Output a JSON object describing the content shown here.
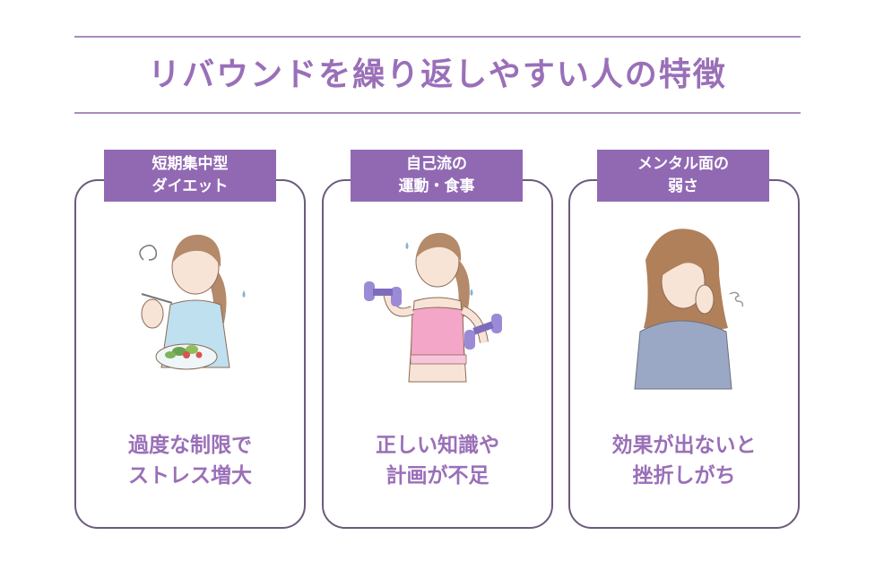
{
  "title": "リバウンドを繰り返しやすい人の特徴",
  "cards": [
    {
      "tag_line1": "短期集中型",
      "tag_line2": "ダイエット",
      "caption_line1": "過度な制限で",
      "caption_line2": "ストレス増大",
      "illustration": "woman-eating-salad"
    },
    {
      "tag_line1": "自己流の",
      "tag_line2": "運動・食事",
      "caption_line1": "正しい知識や",
      "caption_line2": "計画が不足",
      "illustration": "woman-with-dumbbells"
    },
    {
      "tag_line1": "メンタル面の",
      "tag_line2": "弱さ",
      "caption_line1": "効果が出ないと",
      "caption_line2": "挫折しがち",
      "illustration": "woman-sighing"
    }
  ],
  "colors": {
    "accent": "#9a6fb8",
    "tag_bg": "#9169b3",
    "rule": "#a98cc2",
    "card_border": "#6b5b7b"
  }
}
